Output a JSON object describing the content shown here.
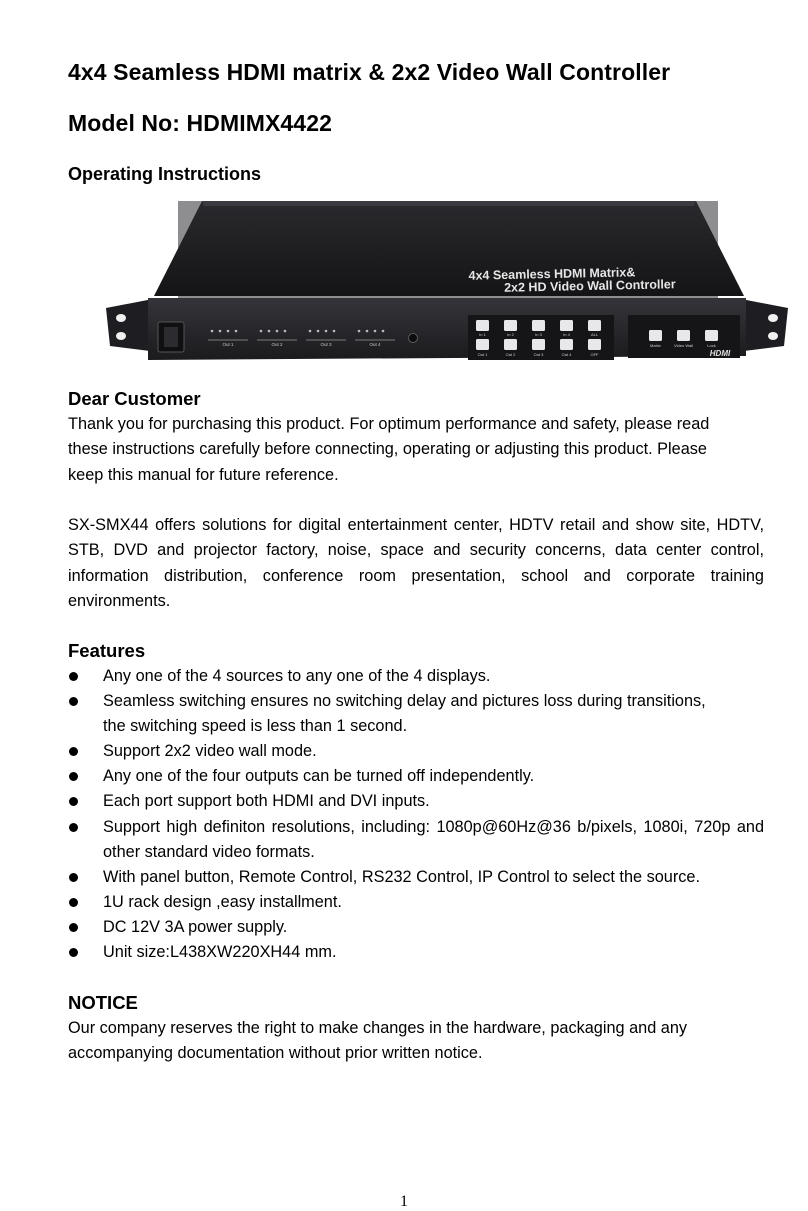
{
  "header": {
    "title": "4x4 Seamless HDMI matrix & 2x2 Video Wall Controller",
    "model": "Model No: HDMIMX4422",
    "subtitle": "Operating Instructions"
  },
  "product_image": {
    "top_text_line1": "4x4 Seamless HDMI Matrix&",
    "top_text_line2": "2x2 HD Video Wall Controller",
    "out_labels": [
      "Out 1",
      "Out 2",
      "Out 3",
      "Out 4"
    ],
    "button_top_labels": [
      "In 1",
      "In 2",
      "In 3",
      "In 4",
      "ALL"
    ],
    "button_bottom_labels": [
      "Out 1",
      "Out 2",
      "Out 3",
      "Out 4",
      "OFF"
    ],
    "mode_labels": [
      "Matrix",
      "Video Wall",
      "Lock"
    ],
    "logo": "HDMI",
    "colors": {
      "body": "#1e1e22",
      "panel": "#26262a",
      "button": "#e8e8ea",
      "backdrop": "#8c8c8f"
    }
  },
  "dear_customer": {
    "heading": "Dear Customer",
    "lines": [
      "Thank you for purchasing this product. For optimum performance and safety, please read",
      "these instructions carefully before connecting, operating or adjusting this product. Please",
      "keep this manual for future reference."
    ],
    "paragraph2": "SX-SMX44 offers solutions for digital entertainment center, HDTV retail and show site, HDTV, STB, DVD and projector factory, noise, space and security concerns, data center control, information distribution, conference room presentation, school and corporate training environments."
  },
  "features": {
    "heading": "Features",
    "items": [
      "Any one of the 4 sources to any one of the 4 displays.",
      "Seamless switching ensures no switching delay and pictures loss during transitions,\nthe switching speed is less than 1 second.",
      "Support 2x2 video wall mode.",
      "Any one of the four outputs can be turned off independently.",
      "Each port support both HDMI and DVI inputs.",
      "Support high definiton resolutions, including: 1080p@60Hz@36 b/pixels, 1080i, 720p and other standard video formats.",
      "With panel button, Remote Control, RS232 Control, IP Control to select the source.",
      "1U rack design ,easy installment.",
      "DC 12V 3A power supply.",
      "Unit size:L438XW220XH44 mm."
    ]
  },
  "notice": {
    "heading": "NOTICE",
    "lines": [
      "Our company reserves the right to make changes in the hardware, packaging and any",
      "accompanying documentation without prior written notice."
    ]
  },
  "page_number": "1"
}
